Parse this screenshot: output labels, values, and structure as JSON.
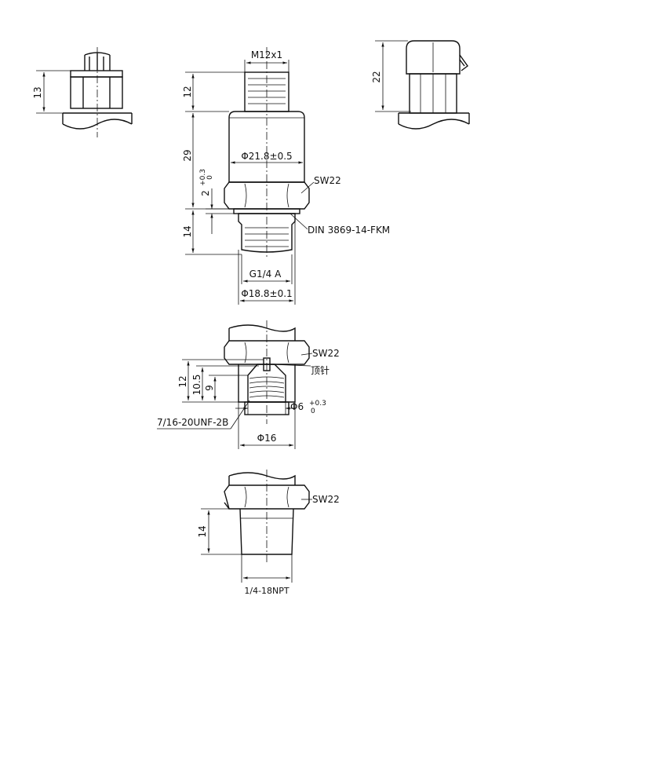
{
  "view_a": {
    "height": "13"
  },
  "view_b": {
    "height": "22"
  },
  "main": {
    "thread_top": "M12x1",
    "dim_12": "12",
    "dim_29": "29",
    "body_dia": "Φ21.8±0.5",
    "wrench": "SW22",
    "gap": "2",
    "gap_tol_upper": "+0.3",
    "gap_tol_lower": "0",
    "dim_14": "14",
    "seal": "DIN 3869-14-FKM",
    "thread_bottom": "G1/4 A",
    "bottom_dia": "Φ18.8±0.1"
  },
  "detail_unf": {
    "wrench": "SW22",
    "pin": "顶针",
    "dim_12": "12",
    "dim_10_5": "10.5",
    "dim_9": "9",
    "bore_dia": "Φ6",
    "bore_tol_upper": "+0.3",
    "bore_tol_lower": "0",
    "thread": "7/16-20UNF-2B",
    "outer_dia": "Φ16"
  },
  "detail_npt": {
    "wrench": "SW22",
    "dim_14": "14",
    "thread": "1/4-18NPT"
  }
}
